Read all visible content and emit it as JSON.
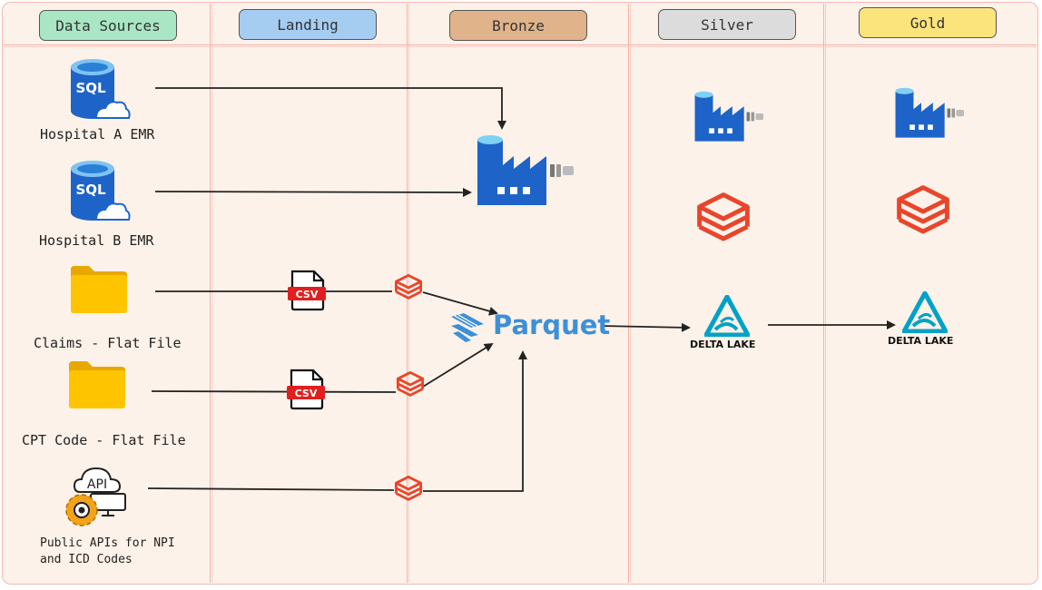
{
  "stages": [
    {
      "label": "Data Sources",
      "color": "#a8e6c4"
    },
    {
      "label": "Landing",
      "color": "#a5cdf2"
    },
    {
      "label": "Bronze",
      "color": "#e0b38a"
    },
    {
      "label": "Silver",
      "color": "#dcdcdc"
    },
    {
      "label": "Gold",
      "color": "#fbe47c"
    }
  ],
  "sources": {
    "hospital_a": "Hospital A EMR",
    "hospital_b": "Hospital B EMR",
    "claims": "Claims - Flat File",
    "cpt": "CPT Code - Flat File",
    "api_line1": "Public APIs for NPI",
    "api_line2": "and ICD Codes"
  },
  "icons": {
    "sql": "SQL",
    "csv": "CSV",
    "api": "API",
    "parquet": "Parquet",
    "delta_lake": "DELTA LAKE"
  }
}
